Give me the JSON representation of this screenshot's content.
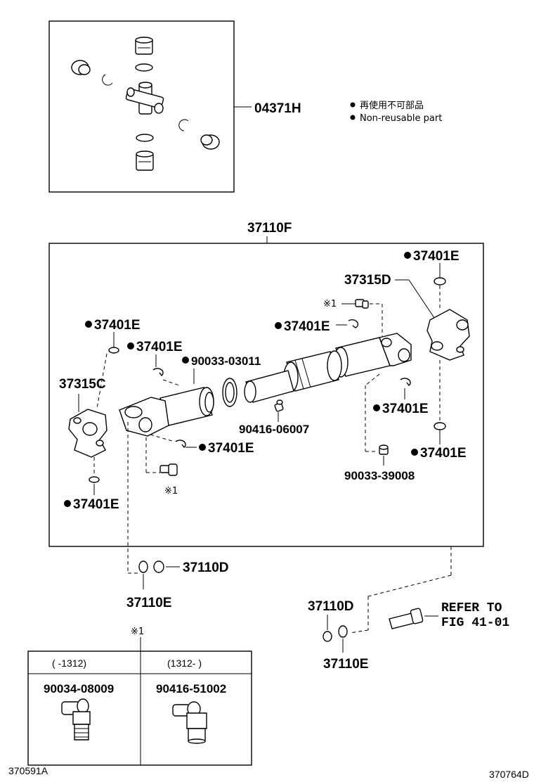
{
  "parts": {
    "cross_kit": "04371H",
    "shaft_assy": "37110F",
    "yoke_d": "37315D",
    "yoke_c": "37315C",
    "seal_37401e": "37401E",
    "washer_37110d": "37110D",
    "washer_37110e": "37110E",
    "p90033_03011": "90033-03011",
    "p90416_06007": "90416-06007",
    "p90033_39008": "90033-39008"
  },
  "legend": {
    "jp": "再使用不可部品",
    "en": "Non-reusable part"
  },
  "note_mark": "※1",
  "refer": {
    "line1": "REFER TO",
    "line2": "FIG 41-01"
  },
  "table": {
    "col1_header": "(     -1312)",
    "col2_header": "(1312-     )",
    "col1_part": "90034-08009",
    "col2_part": "90416-51002"
  },
  "codes": {
    "left": "370591A",
    "right": "370764D"
  }
}
